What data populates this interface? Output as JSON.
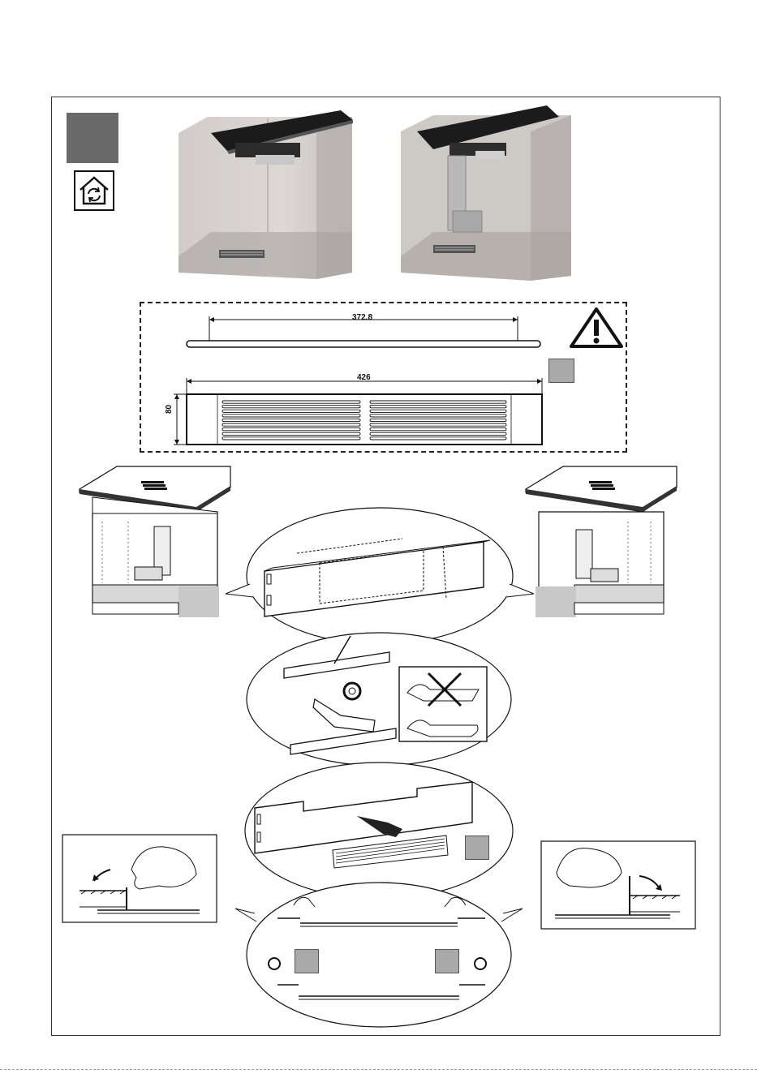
{
  "dimensions": {
    "top_width": "372.8",
    "grille_width": "426",
    "grille_height": "80"
  },
  "colors": {
    "badge": "#6a6a6a",
    "square": "#a9a9a9",
    "line": "#222222"
  },
  "icons": [
    "recirculation-house-icon",
    "warning-triangle-icon",
    "arrow-icon",
    "hand-icon",
    "screw-icon",
    "cross-icon"
  ]
}
